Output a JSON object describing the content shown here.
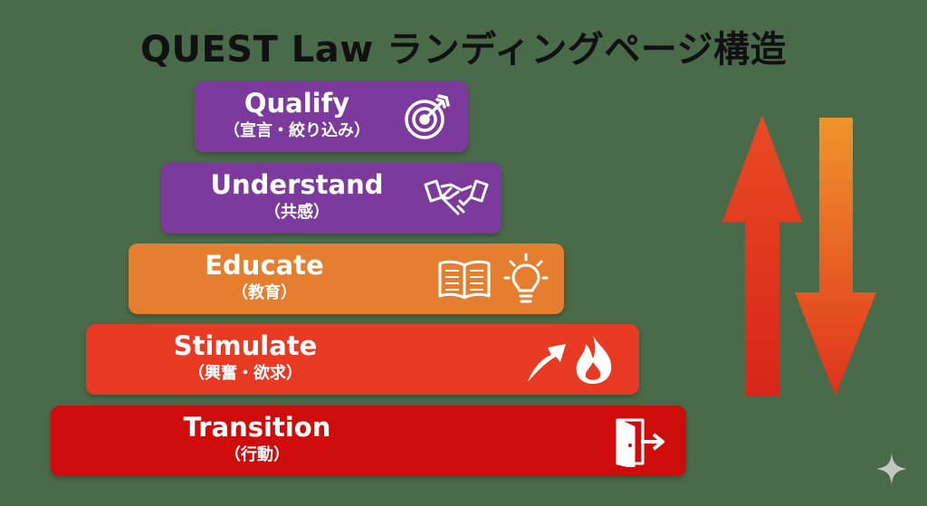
{
  "title": "QUEST Law ランディングページ構造",
  "layers": [
    {
      "label": "Qualify",
      "sub": "（宣言・絞り込み）",
      "color": "#7b3a9c",
      "icons": [
        "target-icon"
      ]
    },
    {
      "label": "Understand",
      "sub": "（共感）",
      "color": "#7b3a9c",
      "icons": [
        "handshake-icon"
      ]
    },
    {
      "label": "Educate",
      "sub": "（教育）",
      "color": "#e67e30",
      "icons": [
        "book-icon",
        "lightbulb-icon"
      ]
    },
    {
      "label": "Stimulate",
      "sub": "（興奮・欲求）",
      "color": "#e83a22",
      "icons": [
        "up-arrow-icon",
        "flame-icon"
      ]
    },
    {
      "label": "Transition",
      "sub": "（行動）",
      "color": "#cf0c0c",
      "icons": [
        "exit-door-icon"
      ]
    }
  ],
  "colors": {
    "background": "#4a6b49",
    "title": "#111111",
    "arrow_red": "#e02a18",
    "arrow_orange": "#f0902a"
  },
  "side_arrows": [
    "up-arrow",
    "down-arrow"
  ]
}
